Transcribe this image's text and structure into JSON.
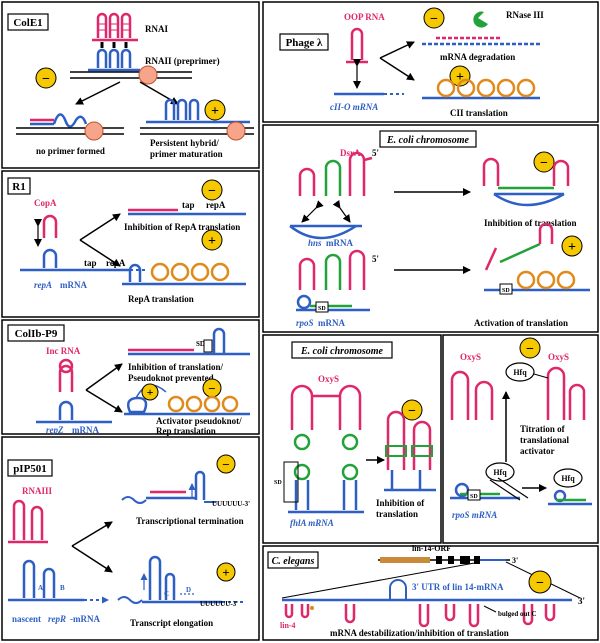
{
  "colors": {
    "pink": "#e0276a",
    "blue": "#2e5fc4",
    "green": "#22a23a",
    "orange": "#e08a1c",
    "yellow": "#f5c800",
    "black": "#000000"
  },
  "panels": {
    "cole1": {
      "title": "ColE1",
      "rnai": "RNAI",
      "rnaii": "RNAII (preprimer)",
      "sign_left": "−",
      "sign_right": "+",
      "left_caption": "no primer formed",
      "right_caption_1": "Persistent hybrid/",
      "right_caption_2": "primer maturation"
    },
    "r1": {
      "title": "R1",
      "copa": "CopA",
      "sign_top": "−",
      "sign_bottom": "+",
      "tap": "tap",
      "repa": "repA",
      "top_caption": "Inhibition of RepA translation",
      "gene_label": "repA",
      "mrna": "mRNA",
      "bottom_caption": "RepA translation"
    },
    "colib": {
      "title": "ColIb-P9",
      "inc": "Inc RNA",
      "sd": "SD",
      "sign_top": "−",
      "sign_bottom": "+",
      "top_caption_1": "Inhibition of translation/",
      "top_caption_2": "Pseudoknot prevented",
      "gene_label": "repZ",
      "mrna": "mRNA",
      "bottom_caption_1": "Activator pseudoknot/",
      "bottom_caption_2": "Rep translation"
    },
    "pip501": {
      "title": "pIP501",
      "rnaiii": "RNAIII",
      "sign_top": "−",
      "sign_bottom": "+",
      "uuu": "UUUUUU-3'",
      "top_caption": "Transcriptional termination",
      "nascent": "nascent",
      "gene_label": "repR",
      "mrna_suffix": "-mRNA",
      "bottom_caption": "Transcript elongation",
      "a": "A",
      "b": "B",
      "c": "C",
      "d": "D"
    },
    "phage": {
      "title": "Phage λ",
      "oop": "OOP RNA",
      "rnase": "RNase III",
      "sign_top": "−",
      "sign_bottom": "+",
      "top_caption": "mRNA degradation",
      "gene_label": "cII-O mRNA",
      "bottom_caption": "CII translation"
    },
    "dsra": {
      "title": "E. coli chromosome",
      "dsra": "DsrA",
      "five_prime": "5'",
      "five_prime_2": "5'",
      "sign_top": "−",
      "sign_bottom": "+",
      "hns": "hns",
      "mrna": "mRNA",
      "rpos": "rpoS",
      "mrna_2": "mRNA",
      "top_caption": "Inhibition of translation",
      "bottom_caption": "Activation of translation",
      "sd": "SD"
    },
    "oxys": {
      "title": "E. coli chromosome",
      "oxys": "OxyS",
      "sign": "−",
      "sd": "SD",
      "gene_label": "fhlA mRNA",
      "caption_1": "Inhibition of",
      "caption_2": "translation"
    },
    "oxys2": {
      "sign": "−",
      "oxys_left": "OxyS",
      "oxys_right": "OxyS",
      "hfq_1": "Hfq",
      "hfq_2": "Hfq",
      "hfq_3": "Hfq",
      "caption_1": "Titration of",
      "caption_2": "translational",
      "caption_3": "activator",
      "sd": "SD",
      "gene_label": "rpoS mRNA"
    },
    "celegans": {
      "title": "C. elegans",
      "lin14orf": "lin-14-ORF",
      "three_prime_top": "3'",
      "utr": "3' UTR of lin 14-mRNA",
      "three_prime": "3'",
      "lin4": "lin-4",
      "bulged": "bulged out C",
      "sign": "−",
      "caption": "mRNA destabilization/inhibition of translation"
    }
  }
}
